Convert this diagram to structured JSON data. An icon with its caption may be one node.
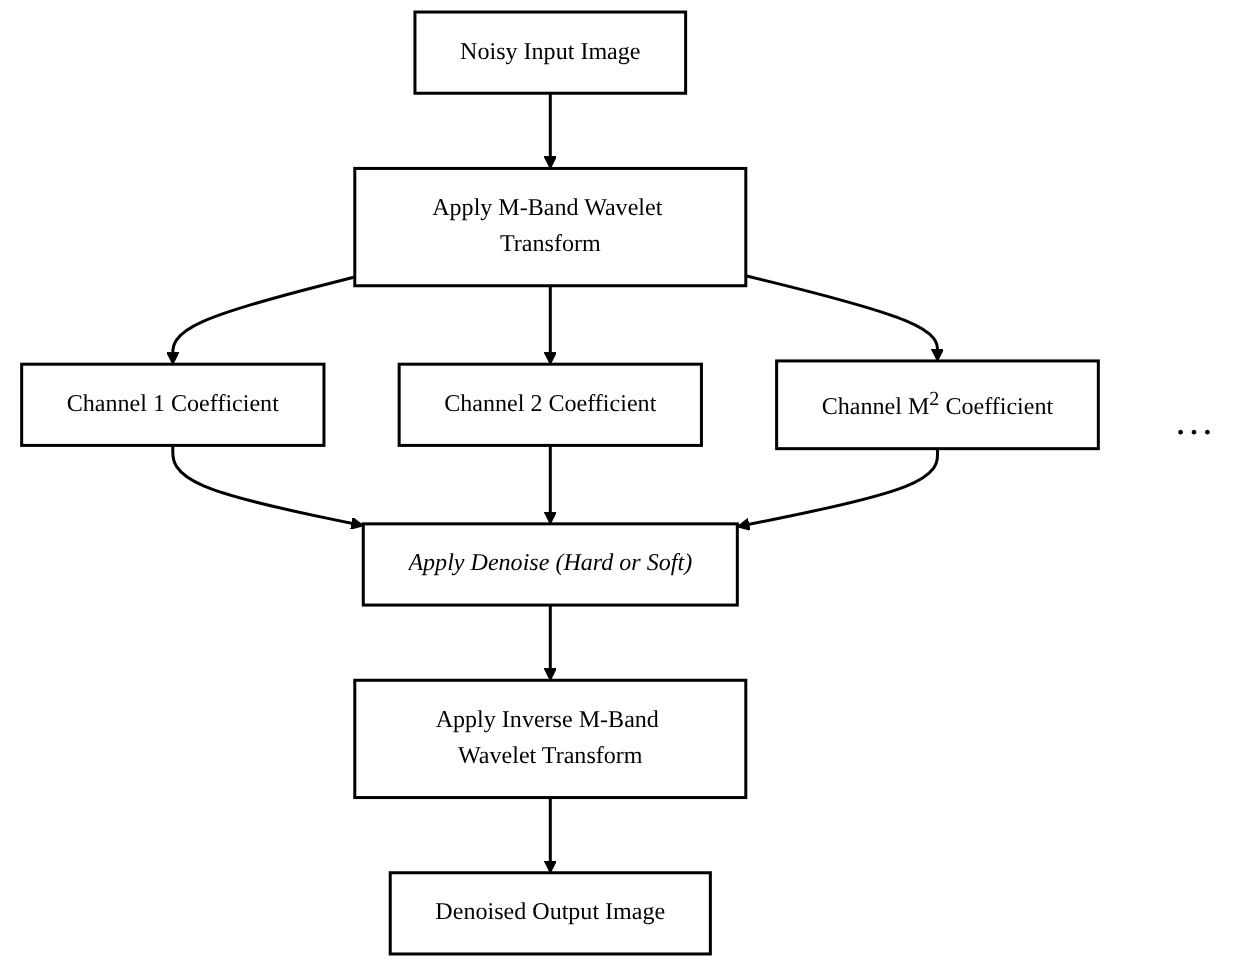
{
  "diagram": {
    "nodes": [
      {
        "text": [
          "Noisy Input Image"
        ]
      },
      {
        "text": [
          "Apply M-Band Wavelet Transform"
        ]
      },
      {
        "text": [
          "Channel 1 Coefficient"
        ]
      },
      {
        "text": [
          "Channel 2 Coefficient"
        ]
      },
      {
        "text": [
          "Channel M$^{2}$ Coefficient"
        ]
      },
      {
        "text": [
          "Apply Denoise (Hard or Soft)"
        ]
      },
      {
        "text": [
          "Apply Inverse M-Band Wavelet Transform"
        ]
      },
      {
        "text": [
          "Denoised Output Image"
        ]
      }
    ],
    "edges": [
      {
        "from": 0,
        "to": 1,
        "arrow": "to"
      },
      {
        "from": 1,
        "to": 2,
        "arrow": "to"
      },
      {
        "from": 1,
        "to": 3,
        "arrow": "to"
      },
      {
        "from": 1,
        "to": 4,
        "arrow": "to"
      },
      {
        "from": 2,
        "to": 5,
        "arrow": "to"
      },
      {
        "from": 3,
        "to": 5,
        "arrow": "to"
      },
      {
        "from": 4,
        "to": 5,
        "arrow": "to"
      },
      {
        "from": 5,
        "to": 6,
        "arrow": "to"
      },
      {
        "from": 6,
        "to": 7,
        "arrow": "to"
      }
    ],
    "labels": [
      "…"
    ]
  }
}
